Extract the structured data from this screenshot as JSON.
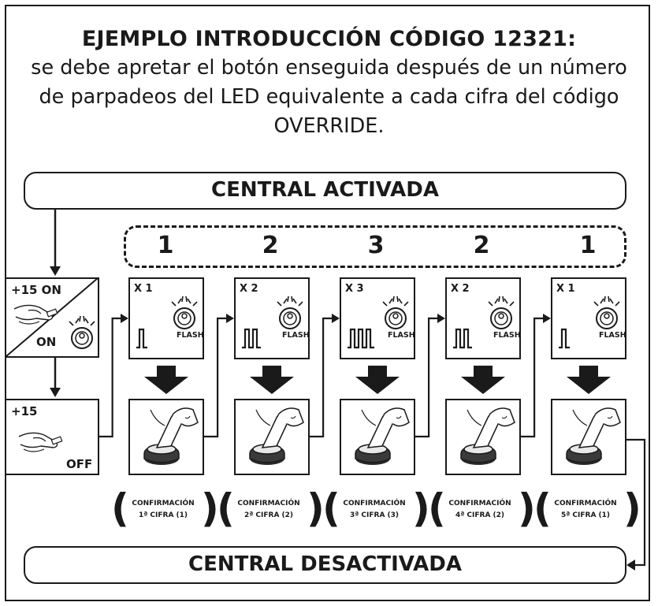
{
  "header": {
    "title": "EJEMPLO INTRODUCCIÓN  CÓDIGO 12321:",
    "body": "se debe apretar el botón enseguida después de un número de parpadeos del LED equivalente a cada cifra del código OVERRIDE."
  },
  "top_banner": "CENTRAL ACTIVADA",
  "bottom_banner": "CENTRAL DESACTIVADA",
  "code_digits": [
    "1",
    "2",
    "3",
    "2",
    "1"
  ],
  "start_panel": {
    "top_label": "+15 ON",
    "bottom_label": "ON"
  },
  "off_panel": {
    "top_label": "+15",
    "bottom_label": "OFF"
  },
  "flash_label": "FLASH",
  "steps": [
    {
      "count_label": "X 1",
      "pulses": 1,
      "conf_line1": "CONFIRMACIÓN",
      "conf_line2": "1ª CIFRA (1)"
    },
    {
      "count_label": "X 2",
      "pulses": 2,
      "conf_line1": "CONFIRMACIÓN",
      "conf_line2": "2ª CIFRA (2)"
    },
    {
      "count_label": "X 3",
      "pulses": 3,
      "conf_line1": "CONFIRMACIÓN",
      "conf_line2": "3ª CIFRA (3)"
    },
    {
      "count_label": "X 2",
      "pulses": 2,
      "conf_line1": "CONFIRMACIÓN",
      "conf_line2": "4ª CIFRA (2)"
    },
    {
      "count_label": "X 1",
      "pulses": 1,
      "conf_line1": "CONFIRMACIÓN",
      "conf_line2": "5ª CIFRA (1)"
    }
  ],
  "icons": {
    "led": "led-button-icon",
    "press": "finger-press-icon",
    "key": "key-hand-icon"
  },
  "colors": {
    "ink": "#1a1a1a",
    "background": "#ffffff"
  }
}
